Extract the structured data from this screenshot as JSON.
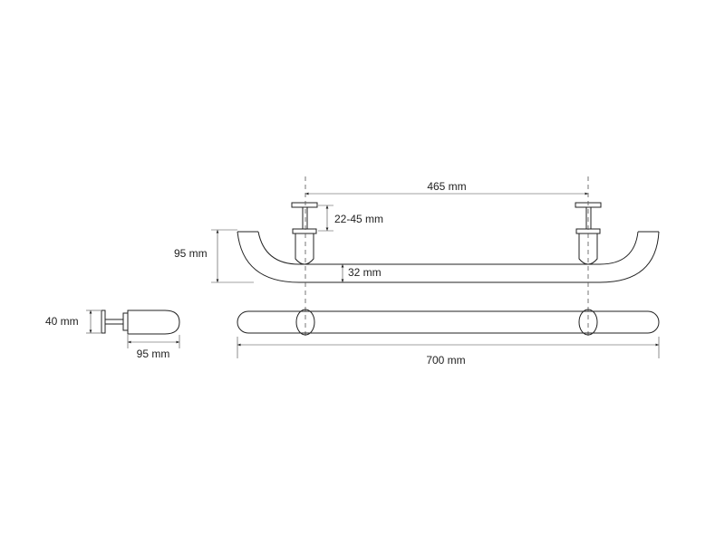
{
  "dimensions": {
    "center_distance": "465 mm",
    "wall_adjust": "22-45 mm",
    "height": "95 mm",
    "tube_diameter": "32 mm",
    "total_length": "700 mm",
    "side_height": "40 mm",
    "side_depth": "95 mm"
  },
  "colors": {
    "line": "#222222",
    "background": "#ffffff"
  }
}
